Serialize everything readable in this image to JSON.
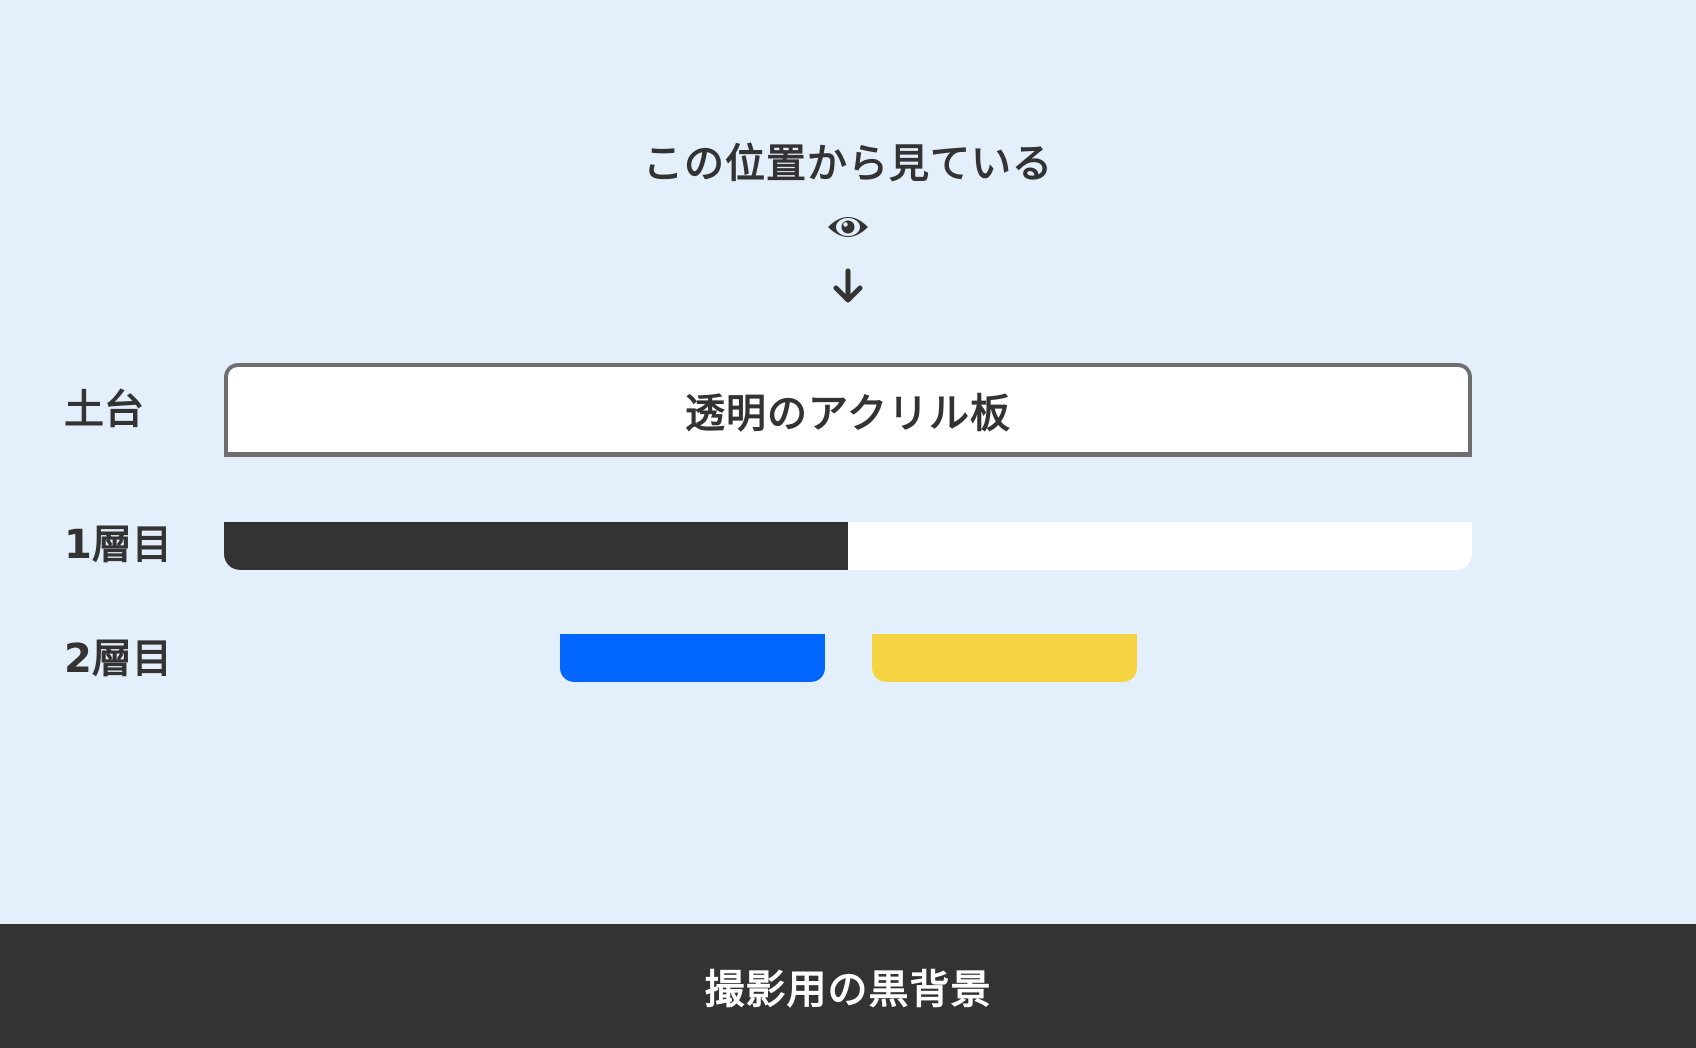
{
  "viewpoint": {
    "label": "この位置から見ている",
    "eye_icon": "eye-icon",
    "arrow_icon": "arrow-down-icon"
  },
  "rows": {
    "base_label": "土台",
    "layer1_label": "1層目",
    "layer2_label": "2層目"
  },
  "acrylic": {
    "label": "透明のアクリル板"
  },
  "layer1": {
    "dark_fraction": 0.5,
    "dark_color": "#333333",
    "light_color": "#ffffff"
  },
  "layer2": {
    "pieces": [
      {
        "color": "#0066ff"
      },
      {
        "color": "#f4d442"
      }
    ]
  },
  "backdrop": {
    "label": "撮影用の黒背景",
    "color": "#333333"
  },
  "colors": {
    "page_background": "#e4effc",
    "text": "#333333"
  }
}
